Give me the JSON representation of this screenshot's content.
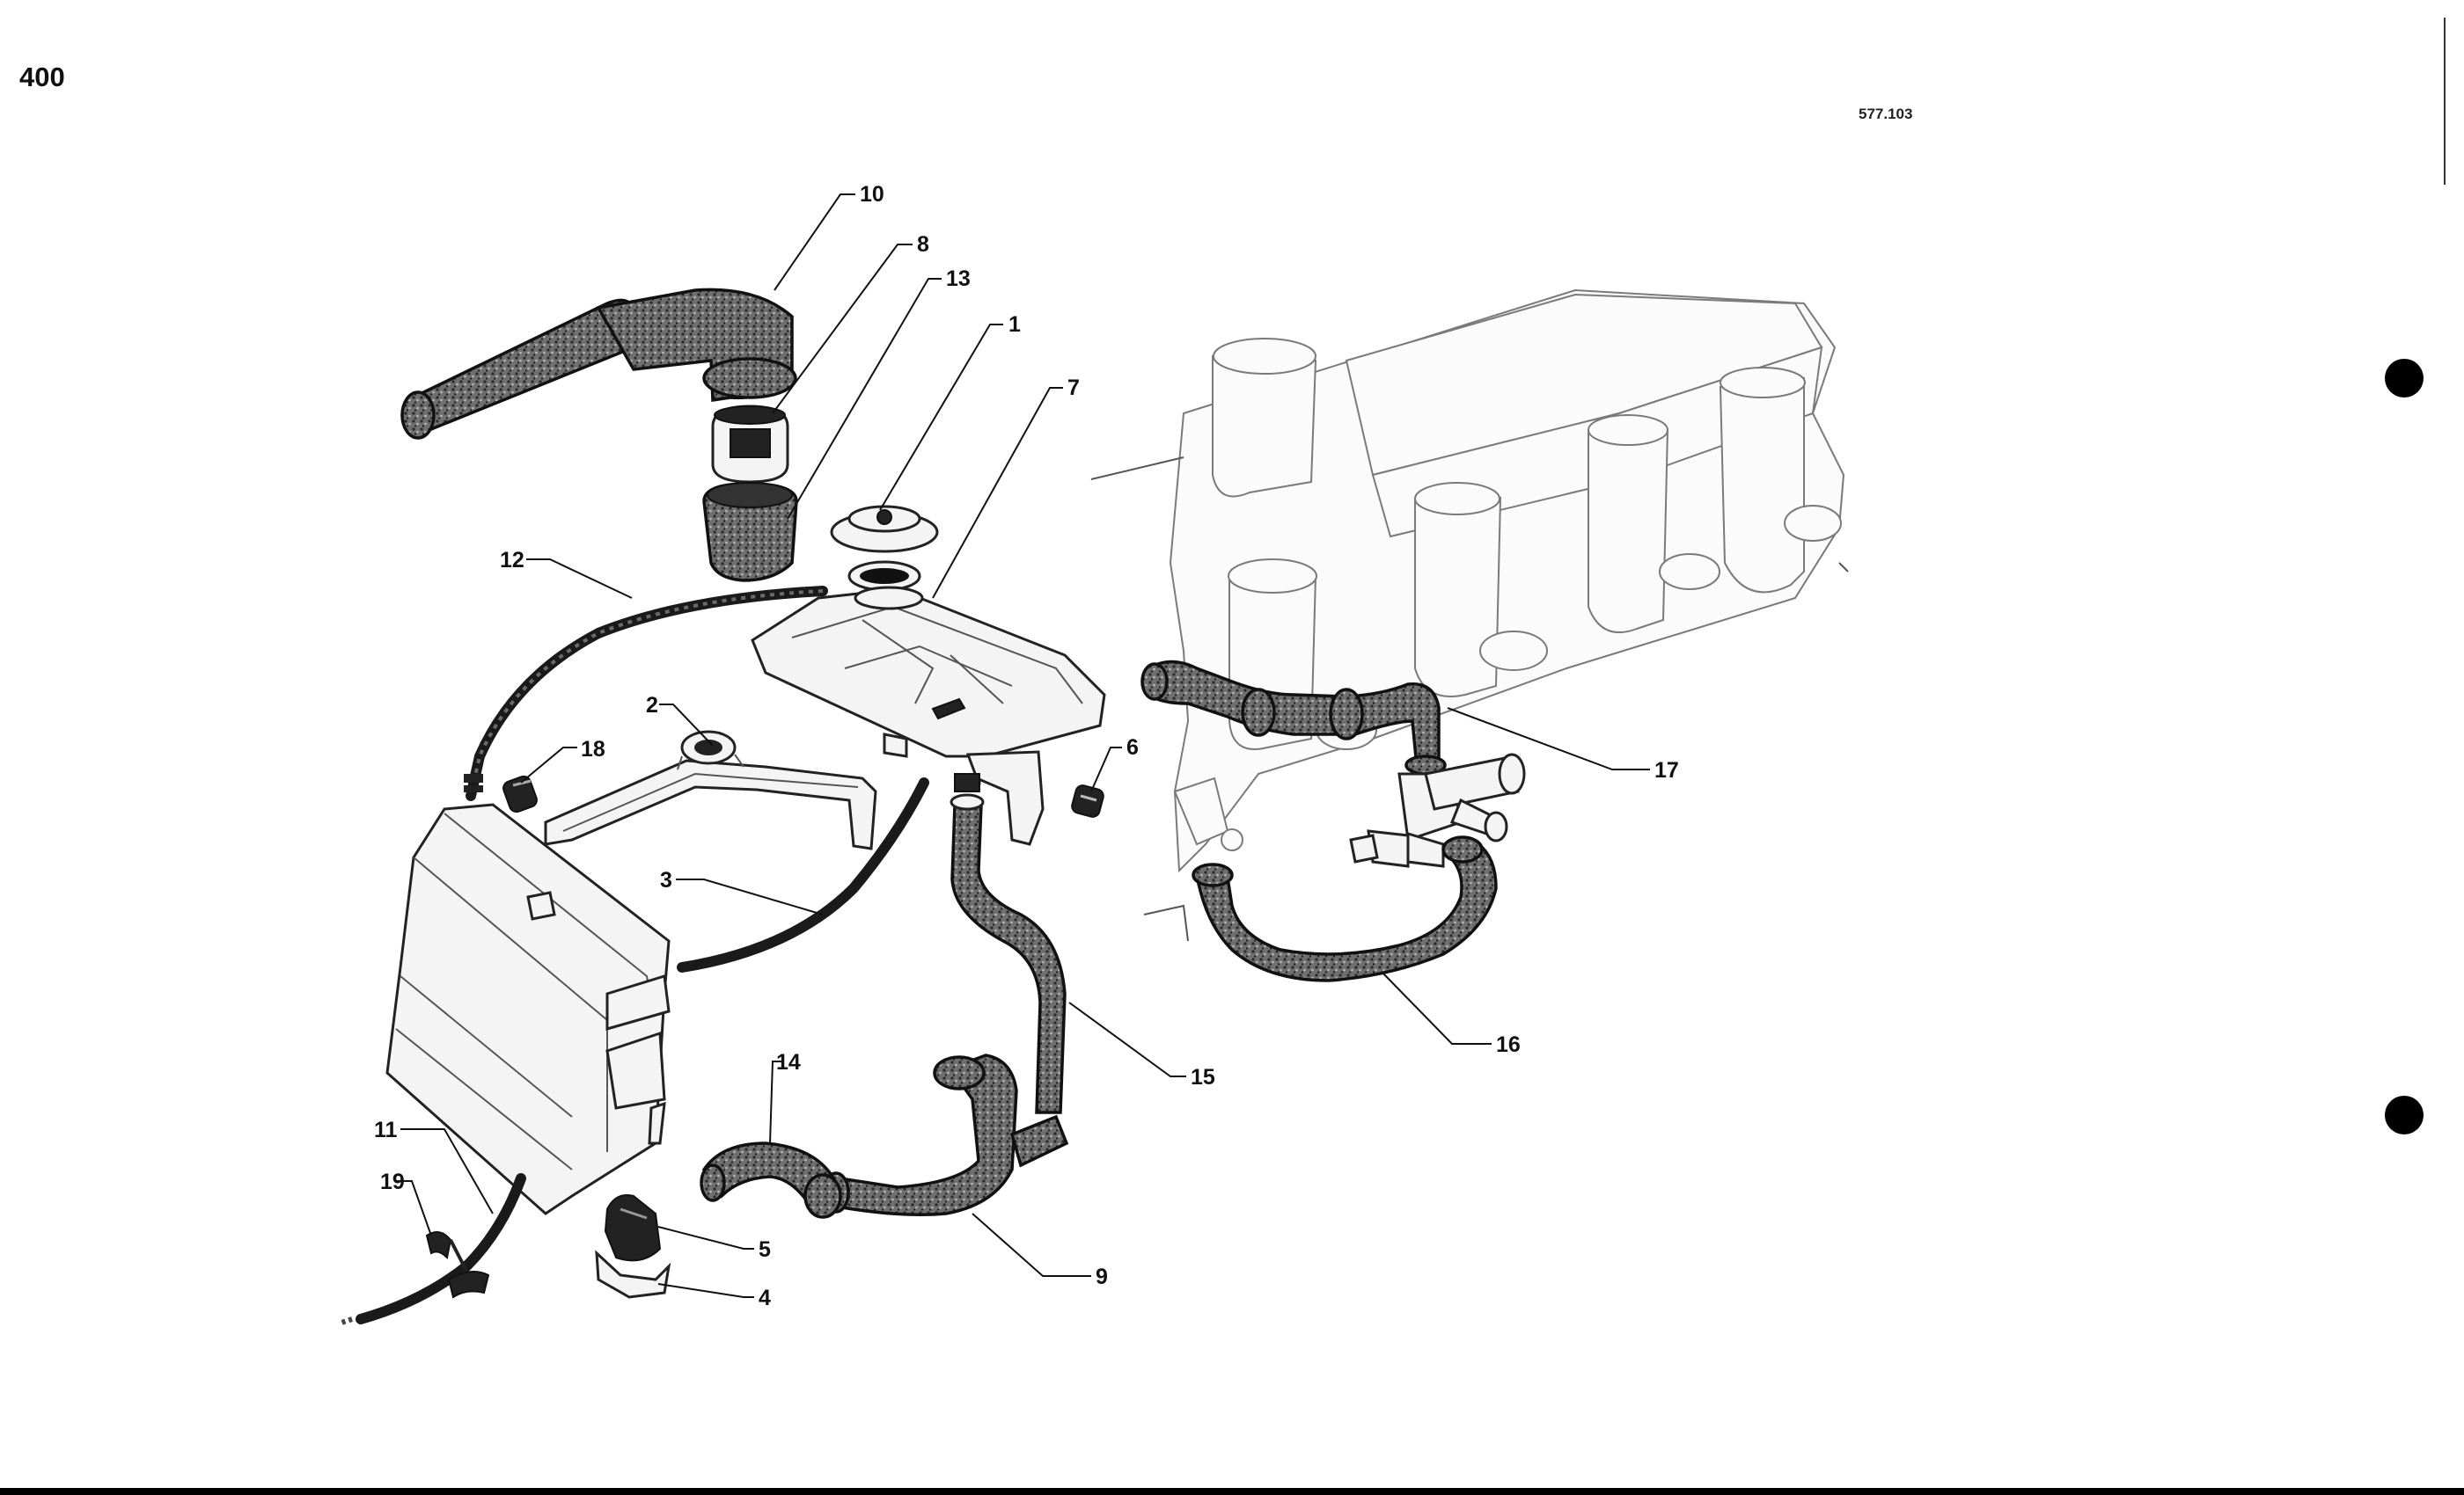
{
  "header": {
    "page_number": "400",
    "drawing_ref": "577.103"
  },
  "callouts": {
    "c1": "1",
    "c2": "2",
    "c3": "3",
    "c4": "4",
    "c5": "5",
    "c6": "6",
    "c7": "7",
    "c8": "8",
    "c9": "9",
    "c10": "10",
    "c11": "11",
    "c12": "12",
    "c13": "13",
    "c14": "14",
    "c15": "15",
    "c16": "16",
    "c17": "17",
    "c18": "18",
    "c19": "19"
  }
}
